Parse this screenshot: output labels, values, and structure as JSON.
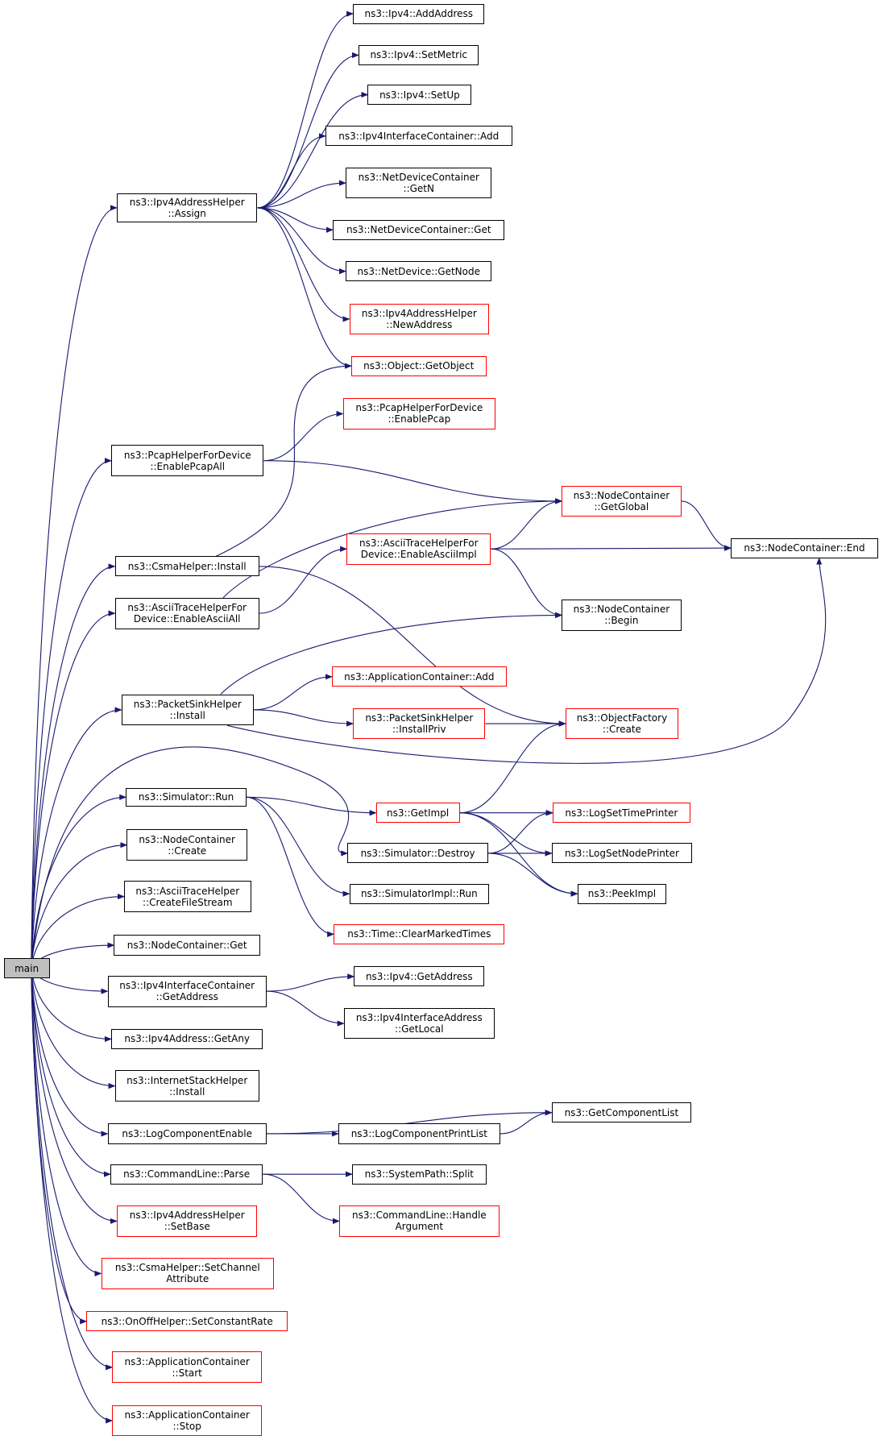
{
  "colors": {
    "edge": "#191970",
    "node_border": "#000000",
    "incomplete_border": "#ff0000",
    "root_fill": "#bfbfbf"
  },
  "nodes": {
    "main": {
      "lines": [
        "main"
      ],
      "red": false,
      "root": true
    },
    "ipv4AddressHelperAssign": {
      "lines": [
        "ns3::Ipv4AddressHelper",
        "::Assign"
      ],
      "red": false
    },
    "pcapEnablePcapAll": {
      "lines": [
        "ns3::PcapHelperForDevice",
        "::EnablePcapAll"
      ],
      "red": false
    },
    "csmaInstall": {
      "lines": [
        "ns3::CsmaHelper::Install"
      ],
      "red": false
    },
    "asciiEnableAsciiAll": {
      "lines": [
        "ns3::AsciiTraceHelperFor",
        "Device::EnableAsciiAll"
      ],
      "red": false
    },
    "packetSinkInstall": {
      "lines": [
        "ns3::PacketSinkHelper",
        "::Install"
      ],
      "red": false
    },
    "simulatorRun": {
      "lines": [
        "ns3::Simulator::Run"
      ],
      "red": false
    },
    "nodeContainerCreate": {
      "lines": [
        "ns3::NodeContainer",
        "::Create"
      ],
      "red": false
    },
    "asciiCreateFileStream": {
      "lines": [
        "ns3::AsciiTraceHelper",
        "::CreateFileStream"
      ],
      "red": false
    },
    "nodeContainerGet": {
      "lines": [
        "ns3::NodeContainer::Get"
      ],
      "red": false
    },
    "ipv4IfcGetAddress": {
      "lines": [
        "ns3::Ipv4InterfaceContainer",
        "::GetAddress"
      ],
      "red": false
    },
    "ipv4AddressGetAny": {
      "lines": [
        "ns3::Ipv4Address::GetAny"
      ],
      "red": false
    },
    "internetStackInstall": {
      "lines": [
        "ns3::InternetStackHelper",
        "::Install"
      ],
      "red": false
    },
    "logComponentEnable": {
      "lines": [
        "ns3::LogComponentEnable"
      ],
      "red": false
    },
    "commandLineParse": {
      "lines": [
        "ns3::CommandLine::Parse"
      ],
      "red": false
    },
    "ipv4SetBase": {
      "lines": [
        "ns3::Ipv4AddressHelper",
        "::SetBase"
      ],
      "red": true
    },
    "csmaSetChannelAttribute": {
      "lines": [
        "ns3::CsmaHelper::SetChannel",
        "Attribute"
      ],
      "red": true
    },
    "onOffSetConstantRate": {
      "lines": [
        "ns3::OnOffHelper::SetConstantRate"
      ],
      "red": true
    },
    "appContainerStart": {
      "lines": [
        "ns3::ApplicationContainer",
        "::Start"
      ],
      "red": true
    },
    "appContainerStop": {
      "lines": [
        "ns3::ApplicationContainer",
        "::Stop"
      ],
      "red": true
    },
    "ipv4AddAddress": {
      "lines": [
        "ns3::Ipv4::AddAddress"
      ],
      "red": false
    },
    "ipv4SetMetric": {
      "lines": [
        "ns3::Ipv4::SetMetric"
      ],
      "red": false
    },
    "ipv4SetUp": {
      "lines": [
        "ns3::Ipv4::SetUp"
      ],
      "red": false
    },
    "ipv4IfcAdd": {
      "lines": [
        "ns3::Ipv4InterfaceContainer::Add"
      ],
      "red": false
    },
    "netDevContGetN": {
      "lines": [
        "ns3::NetDeviceContainer",
        "::GetN"
      ],
      "red": false
    },
    "netDevContGet": {
      "lines": [
        "ns3::NetDeviceContainer::Get"
      ],
      "red": false
    },
    "netDeviceGetNode": {
      "lines": [
        "ns3::NetDevice::GetNode"
      ],
      "red": false
    },
    "ipv4NewAddress": {
      "lines": [
        "ns3::Ipv4AddressHelper",
        "::NewAddress"
      ],
      "red": true
    },
    "objectGetObject": {
      "lines": [
        "ns3::Object::GetObject"
      ],
      "red": true
    },
    "pcapEnablePcap": {
      "lines": [
        "ns3::PcapHelperForDevice",
        "::EnablePcap"
      ],
      "red": true
    },
    "asciiEnableAsciiImpl": {
      "lines": [
        "ns3::AsciiTraceHelperFor",
        "Device::EnableAsciiImpl"
      ],
      "red": true
    },
    "nodeContainerGetGlobal": {
      "lines": [
        "ns3::NodeContainer",
        "::GetGlobal"
      ],
      "red": true
    },
    "nodeContainerBegin": {
      "lines": [
        "ns3::NodeContainer",
        "::Begin"
      ],
      "red": false
    },
    "nodeContainerEnd": {
      "lines": [
        "ns3::NodeContainer::End"
      ],
      "red": false
    },
    "appContainerAdd": {
      "lines": [
        "ns3::ApplicationContainer::Add"
      ],
      "red": true
    },
    "packetSinkInstallPriv": {
      "lines": [
        "ns3::PacketSinkHelper",
        "::InstallPriv"
      ],
      "red": true
    },
    "objectFactoryCreate": {
      "lines": [
        "ns3::ObjectFactory",
        "::Create"
      ],
      "red": true
    },
    "getImpl": {
      "lines": [
        "ns3::GetImpl"
      ],
      "red": true
    },
    "simulatorDestroy": {
      "lines": [
        "ns3::Simulator::Destroy"
      ],
      "red": false
    },
    "simulatorImplRun": {
      "lines": [
        "ns3::SimulatorImpl::Run"
      ],
      "red": false
    },
    "timeClearMarkedTimes": {
      "lines": [
        "ns3::Time::ClearMarkedTimes"
      ],
      "red": true
    },
    "logSetTimePrinter": {
      "lines": [
        "ns3::LogSetTimePrinter"
      ],
      "red": true
    },
    "logSetNodePrinter": {
      "lines": [
        "ns3::LogSetNodePrinter"
      ],
      "red": false
    },
    "peekImpl": {
      "lines": [
        "ns3::PeekImpl"
      ],
      "red": false
    },
    "ipv4GetAddress": {
      "lines": [
        "ns3::Ipv4::GetAddress"
      ],
      "red": false
    },
    "ipv4IfAddrGetLocal": {
      "lines": [
        "ns3::Ipv4InterfaceAddress",
        "::GetLocal"
      ],
      "red": false
    },
    "getComponentList": {
      "lines": [
        "ns3::GetComponentList"
      ],
      "red": false
    },
    "logComponentPrintList": {
      "lines": [
        "ns3::LogComponentPrintList"
      ],
      "red": false
    },
    "systemPathSplit": {
      "lines": [
        "ns3::SystemPath::Split"
      ],
      "red": false
    },
    "commandLineHandleArgument": {
      "lines": [
        "ns3::CommandLine::Handle",
        "Argument"
      ],
      "red": true
    }
  },
  "edges": [
    [
      "main",
      "ipv4AddressHelperAssign"
    ],
    [
      "main",
      "pcapEnablePcapAll"
    ],
    [
      "main",
      "csmaInstall"
    ],
    [
      "main",
      "asciiEnableAsciiAll"
    ],
    [
      "main",
      "packetSinkInstall"
    ],
    [
      "main",
      "simulatorRun"
    ],
    [
      "main",
      "simulatorDestroy"
    ],
    [
      "main",
      "nodeContainerCreate"
    ],
    [
      "main",
      "asciiCreateFileStream"
    ],
    [
      "main",
      "nodeContainerGet"
    ],
    [
      "main",
      "ipv4IfcGetAddress"
    ],
    [
      "main",
      "ipv4AddressGetAny"
    ],
    [
      "main",
      "internetStackInstall"
    ],
    [
      "main",
      "logComponentEnable"
    ],
    [
      "main",
      "commandLineParse"
    ],
    [
      "main",
      "ipv4SetBase"
    ],
    [
      "main",
      "csmaSetChannelAttribute"
    ],
    [
      "main",
      "onOffSetConstantRate"
    ],
    [
      "main",
      "appContainerStart"
    ],
    [
      "main",
      "appContainerStop"
    ],
    [
      "ipv4AddressHelperAssign",
      "ipv4AddAddress"
    ],
    [
      "ipv4AddressHelperAssign",
      "ipv4SetMetric"
    ],
    [
      "ipv4AddressHelperAssign",
      "ipv4SetUp"
    ],
    [
      "ipv4AddressHelperAssign",
      "ipv4IfcAdd"
    ],
    [
      "ipv4AddressHelperAssign",
      "netDevContGetN"
    ],
    [
      "ipv4AddressHelperAssign",
      "netDevContGet"
    ],
    [
      "ipv4AddressHelperAssign",
      "netDeviceGetNode"
    ],
    [
      "ipv4AddressHelperAssign",
      "ipv4NewAddress"
    ],
    [
      "ipv4AddressHelperAssign",
      "objectGetObject"
    ],
    [
      "pcapEnablePcapAll",
      "pcapEnablePcap"
    ],
    [
      "pcapEnablePcapAll",
      "nodeContainerGetGlobal"
    ],
    [
      "csmaInstall",
      "objectGetObject"
    ],
    [
      "csmaInstall",
      "objectFactoryCreate"
    ],
    [
      "asciiEnableAsciiAll",
      "asciiEnableAsciiImpl"
    ],
    [
      "asciiEnableAsciiAll",
      "nodeContainerGetGlobal"
    ],
    [
      "asciiEnableAsciiImpl",
      "nodeContainerGetGlobal"
    ],
    [
      "asciiEnableAsciiImpl",
      "nodeContainerEnd"
    ],
    [
      "asciiEnableAsciiImpl",
      "nodeContainerBegin"
    ],
    [
      "nodeContainerGetGlobal",
      "nodeContainerEnd"
    ],
    [
      "packetSinkInstall",
      "nodeContainerBegin"
    ],
    [
      "packetSinkInstall",
      "appContainerAdd"
    ],
    [
      "packetSinkInstall",
      "packetSinkInstallPriv"
    ],
    [
      "packetSinkInstall",
      "nodeContainerEnd"
    ],
    [
      "packetSinkInstallPriv",
      "objectFactoryCreate"
    ],
    [
      "getImpl",
      "objectFactoryCreate"
    ],
    [
      "simulatorRun",
      "getImpl"
    ],
    [
      "simulatorRun",
      "simulatorImplRun"
    ],
    [
      "simulatorRun",
      "timeClearMarkedTimes"
    ],
    [
      "getImpl",
      "logSetTimePrinter"
    ],
    [
      "getImpl",
      "logSetNodePrinter"
    ],
    [
      "getImpl",
      "peekImpl"
    ],
    [
      "simulatorDestroy",
      "logSetTimePrinter"
    ],
    [
      "simulatorDestroy",
      "logSetNodePrinter"
    ],
    [
      "simulatorDestroy",
      "peekImpl"
    ],
    [
      "ipv4IfcGetAddress",
      "ipv4GetAddress"
    ],
    [
      "ipv4IfcGetAddress",
      "ipv4IfAddrGetLocal"
    ],
    [
      "logComponentEnable",
      "getComponentList"
    ],
    [
      "logComponentEnable",
      "logComponentPrintList"
    ],
    [
      "logComponentPrintList",
      "getComponentList"
    ],
    [
      "commandLineParse",
      "systemPathSplit"
    ],
    [
      "commandLineParse",
      "commandLineHandleArgument"
    ]
  ]
}
